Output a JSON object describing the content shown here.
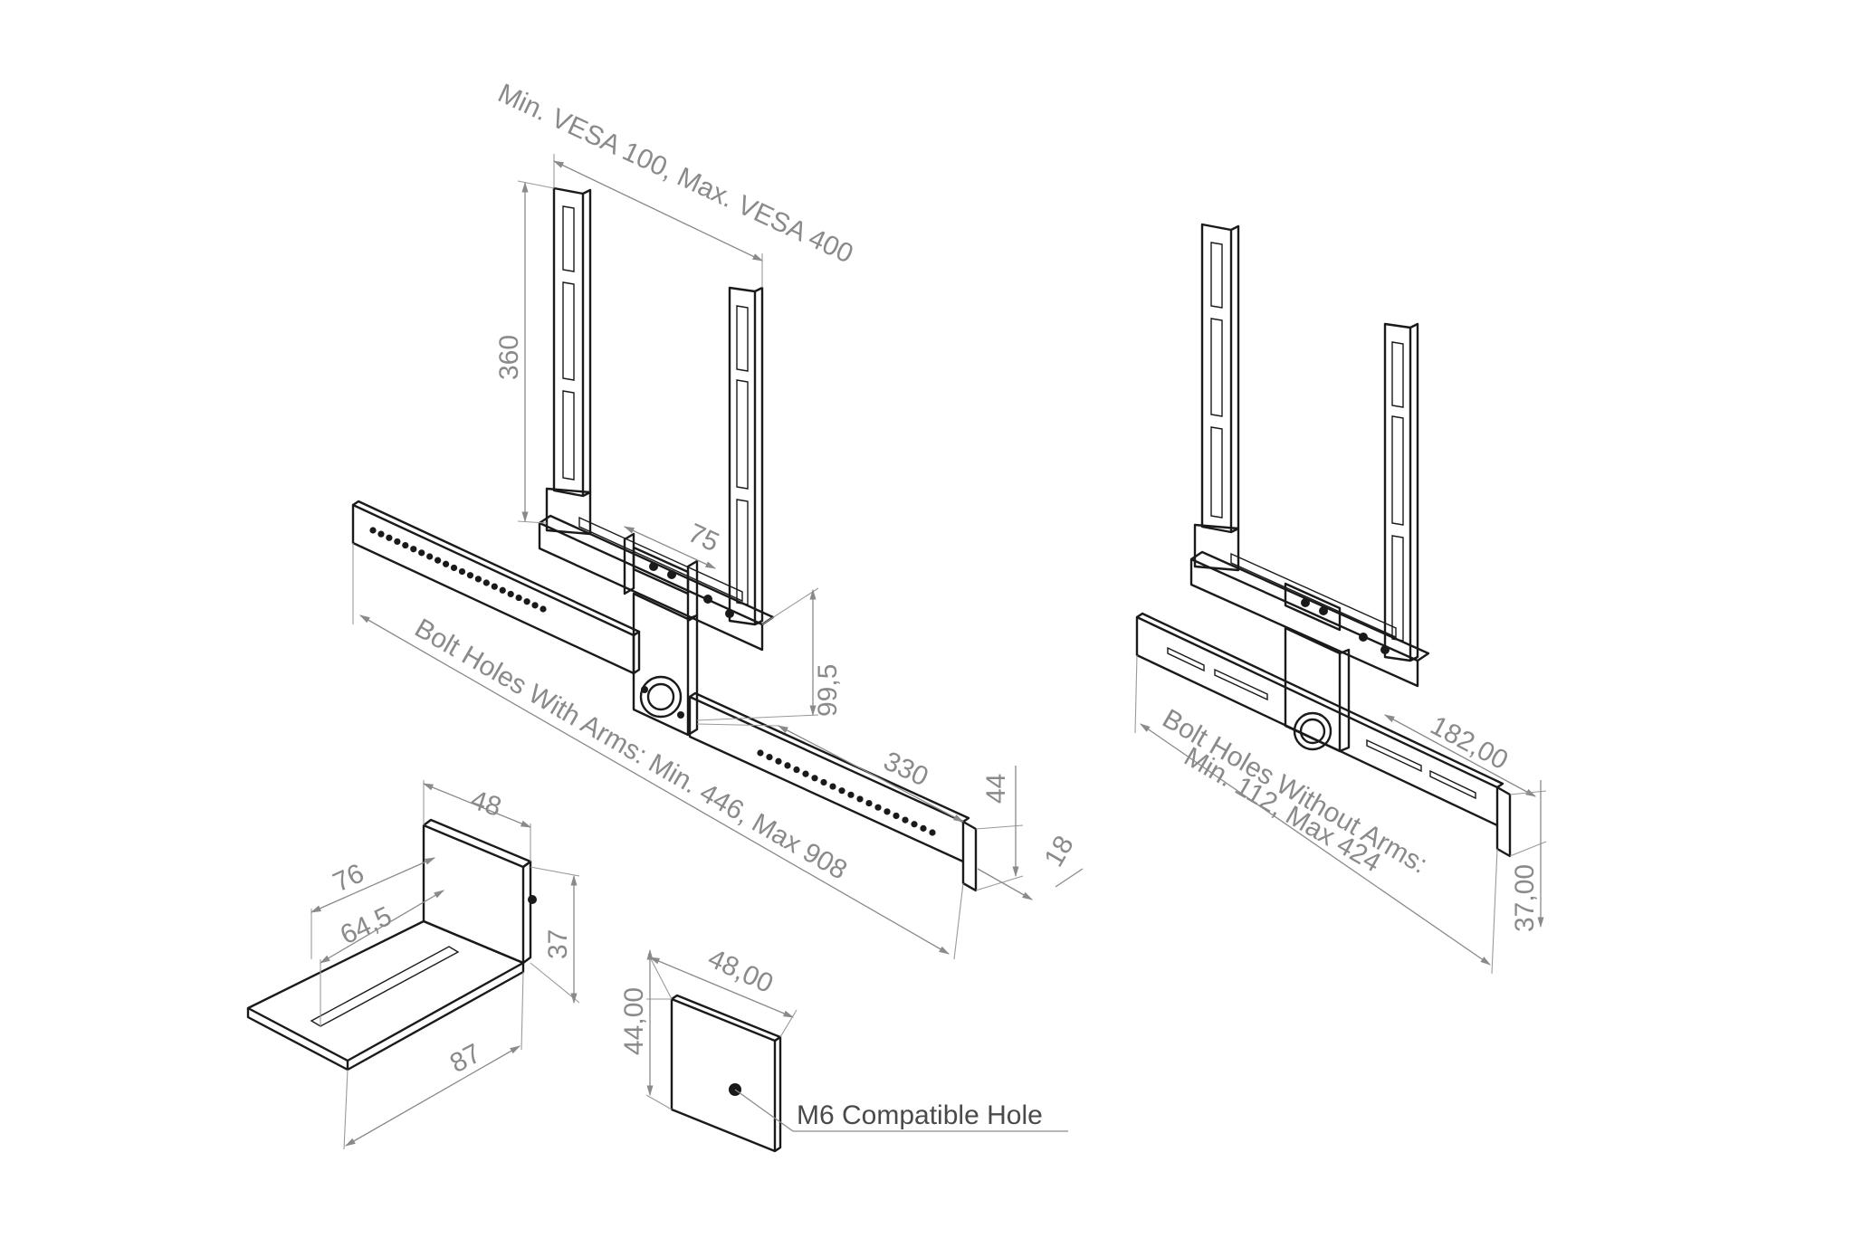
{
  "dimensions": {
    "vesa": "Min. VESA 100, Max. VESA 400",
    "arm_height": "360",
    "bracket_75": "75",
    "depth_99_5": "99,5",
    "width_330": "330",
    "bolt_with_arms": "Bolt Holes With Arms: Min. 446, Max 908",
    "rail_44": "44",
    "rail_18": "18",
    "bolt_without_arms_1": "Bolt Holes Without Arms:",
    "bolt_without_arms_2": "Min. 112, Max 424",
    "w_182": "182,00",
    "h_37_00": "37,00",
    "shelf_48": "48",
    "shelf_76": "76",
    "shelf_64_5": "64,5",
    "shelf_37": "37",
    "shelf_87": "87",
    "plate_48_00": "48,00",
    "plate_44_00": "44,00",
    "hole_label": "M6 Compatible Hole"
  }
}
